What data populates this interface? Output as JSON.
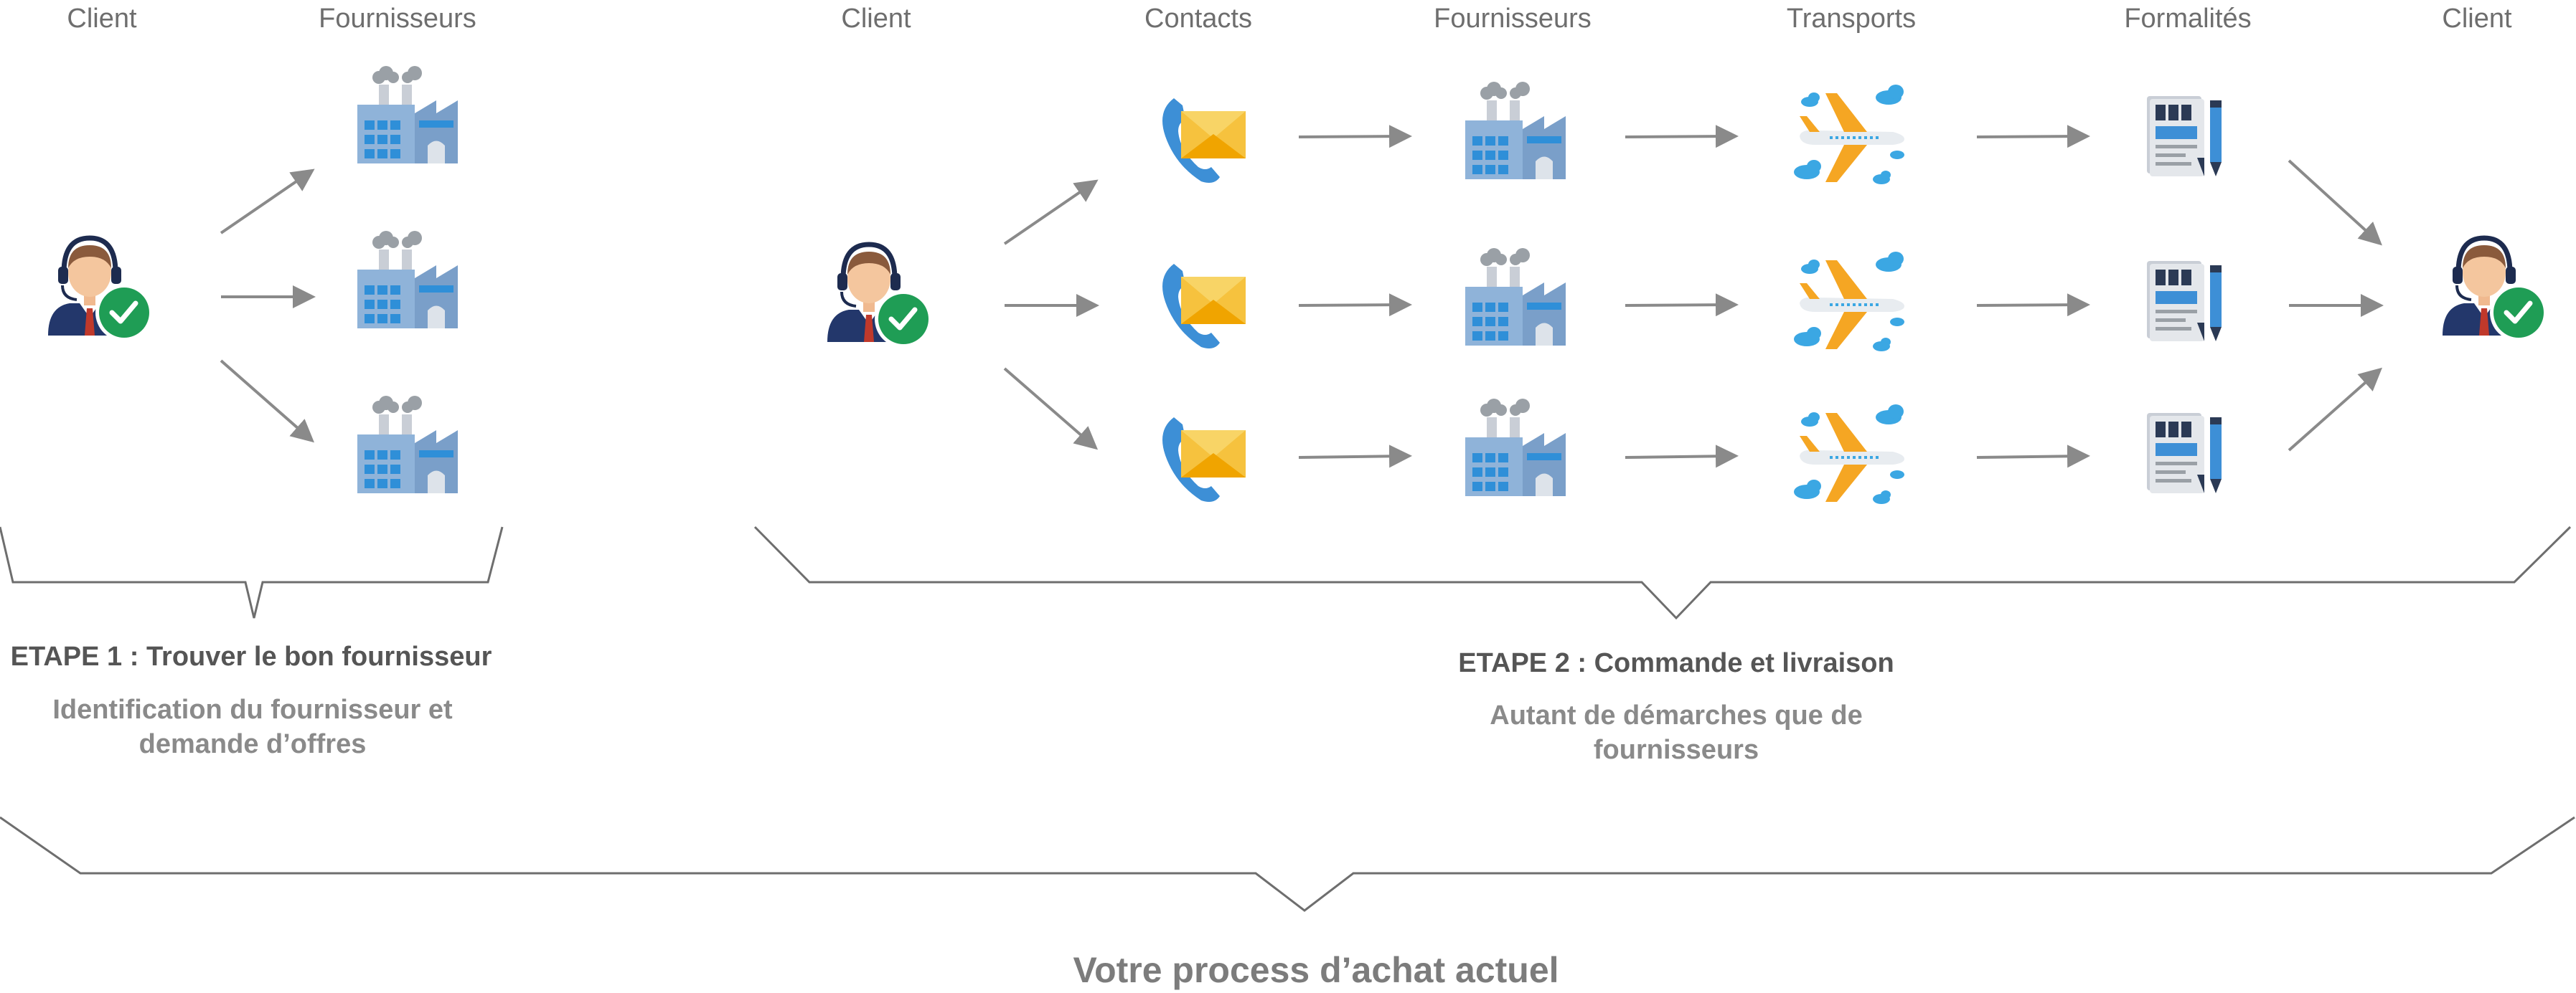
{
  "headers": {
    "client1": "Client",
    "suppliers1": "Fournisseurs",
    "client2": "Client",
    "contacts": "Contacts",
    "suppliers2": "Fournisseurs",
    "transports": "Transports",
    "formalities": "Formalités",
    "client3": "Client"
  },
  "step1": {
    "title": "ETAPE 1 : Trouver le bon fournisseur",
    "desc_line1": "Identification du fournisseur et",
    "desc_line2": "demande d’offres"
  },
  "step2": {
    "title": "ETAPE 2 : Commande et livraison",
    "desc_line1": "Autant de démarches que de",
    "desc_line2": "fournisseurs"
  },
  "footer": {
    "title": "Votre process d’achat actuel"
  },
  "icons": {
    "client": "customer-service-agent-icon",
    "supplier": "factory-icon",
    "contact": "phone-mail-icon",
    "transport": "airplane-icon",
    "formality": "document-pen-icon"
  },
  "colors": {
    "text_gray": "#6e6e6e",
    "arrow_gray": "#8a8a8a",
    "check_green": "#1f9d55",
    "factory_blue": "#8fb3d9",
    "plane_orange": "#f5a623",
    "mail_yellow": "#f6c23e",
    "phone_blue": "#3d8fd6"
  }
}
